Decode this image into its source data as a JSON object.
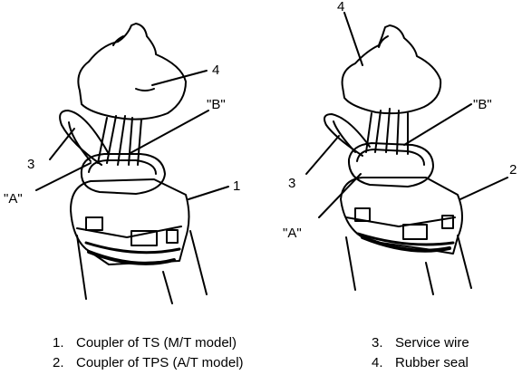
{
  "callouts": {
    "left": {
      "n1": "1",
      "n3": "3",
      "n4": "4",
      "a": "\"A\"",
      "b": "\"B\""
    },
    "right": {
      "n2": "2",
      "n3": "3",
      "n4": "4",
      "a": "\"A\"",
      "b": "\"B\""
    }
  },
  "legend": [
    {
      "num": "1.",
      "text": "Coupler of TS (M/T model)"
    },
    {
      "num": "2.",
      "text": "Coupler of TPS (A/T model)"
    },
    {
      "num": "3.",
      "text": "Service wire"
    },
    {
      "num": "4.",
      "text": "Rubber seal"
    }
  ]
}
